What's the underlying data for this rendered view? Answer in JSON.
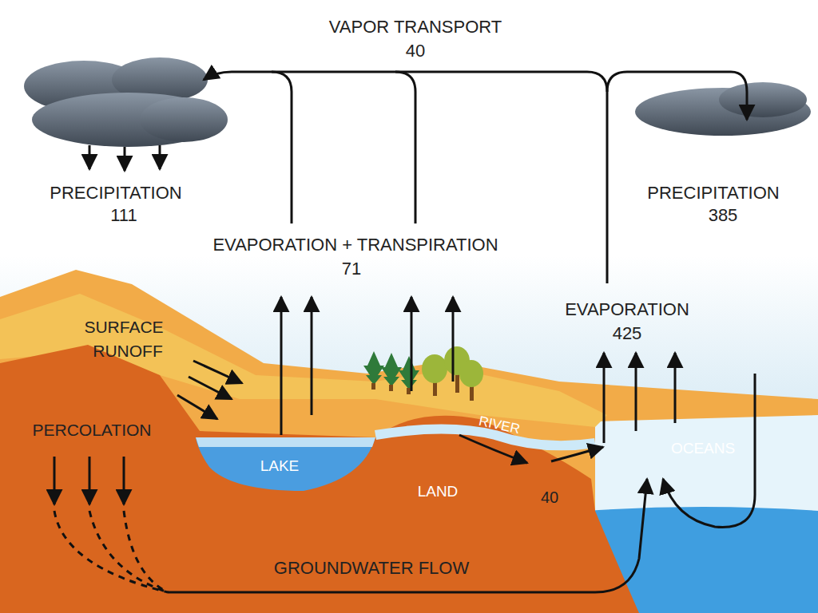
{
  "diagram": {
    "labels": [
      "VAPOR TRANSPORT",
      "40",
      "PRECIPITATION",
      "111",
      "PRECIPITATION",
      "385",
      "EVAPORATION + TRANSPIRATION",
      "71",
      "EVAPORATION",
      "425",
      "SURFACE",
      "RUNOFF",
      "PERCOLATION",
      "LAKE",
      "LAND",
      "RIVER",
      "40",
      "OCEANS",
      "GROUNDWATER FLOW"
    ]
  }
}
